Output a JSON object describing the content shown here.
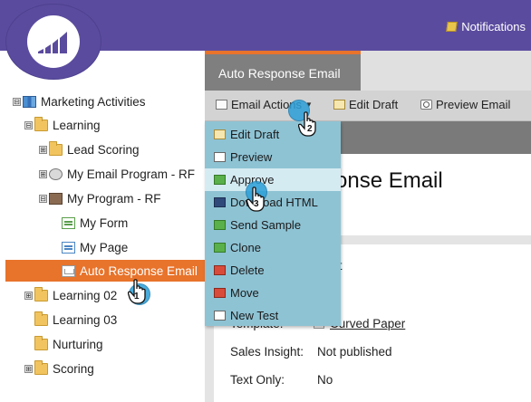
{
  "header": {
    "notifications_label": "Notifications",
    "brand_color": "#5b4b9e",
    "icons": [
      "marketo-logo-icon",
      "sticky-note-icon"
    ]
  },
  "tree": {
    "items": [
      {
        "label": "Marketing Activities",
        "expander": "⊟",
        "icon": "books-icon"
      },
      {
        "label": "Learning",
        "expander": "⊟",
        "icon": "folder-icon"
      },
      {
        "label": "Lead Scoring",
        "expander": "⊞",
        "icon": "folder-icon"
      },
      {
        "label": "My Email Program - RF",
        "expander": "⊞",
        "icon": "email-program-icon"
      },
      {
        "label": "My Program - RF",
        "expander": "⊟",
        "icon": "program-icon"
      },
      {
        "label": "My Form",
        "expander": "",
        "icon": "form-icon"
      },
      {
        "label": "My Page",
        "expander": "",
        "icon": "landing-page-icon"
      },
      {
        "label": "Auto Response Email",
        "expander": "",
        "icon": "email-icon",
        "selected": true
      },
      {
        "label": "Learning 02",
        "expander": "⊞",
        "icon": "folder-icon"
      },
      {
        "label": "Learning 03",
        "expander": "",
        "icon": "folder-icon"
      },
      {
        "label": "Nurturing",
        "expander": "",
        "icon": "folder-icon"
      },
      {
        "label": "Scoring",
        "expander": "⊞",
        "icon": "folder-icon"
      }
    ],
    "selected_color": "#e8732b"
  },
  "tab": {
    "label": "Auto Response Email"
  },
  "toolbar": {
    "email_actions": "Email Actions",
    "edit_draft": "Edit Draft",
    "preview_email": "Preview Email"
  },
  "menu": {
    "items": [
      {
        "label": "Edit Draft"
      },
      {
        "label": "Preview"
      },
      {
        "label": "Approve",
        "highlighted": true
      },
      {
        "label": "Download HTML"
      },
      {
        "label": "Send Sample"
      },
      {
        "label": "Clone"
      },
      {
        "label": "Delete"
      },
      {
        "label": "Move"
      },
      {
        "label": "New Test"
      }
    ],
    "menu_color": "#8ec3d4",
    "highlight_color": "#d5ebf2"
  },
  "content": {
    "title_partial": "onse Email",
    "value_1_partial": "ft",
    "value_2_partial": "il",
    "template_label": "Template:",
    "template_value": "Curved Paper",
    "sales_insight_label": "Sales Insight:",
    "sales_insight_value": "Not published",
    "text_only_label": "Text Only:",
    "text_only_value": "No"
  },
  "steps": {
    "one": "1",
    "two": "2",
    "three": "3",
    "color": "#2b9fd8"
  }
}
